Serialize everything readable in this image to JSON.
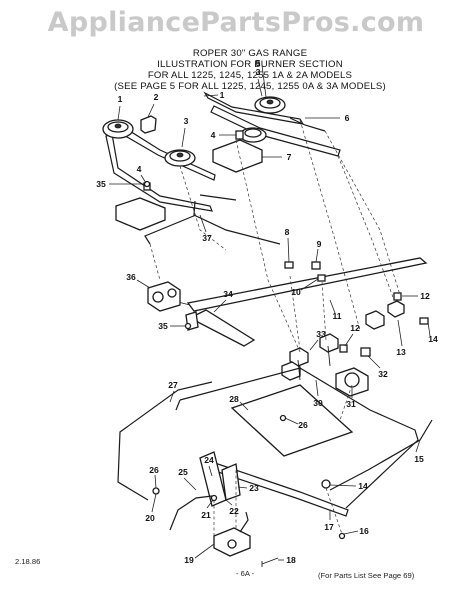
{
  "watermark": "AppliancePartsPros.com",
  "header": {
    "line1": "ROPER 30\" GAS RANGE",
    "line2": "ILLUSTRATION FOR BURNER SECTION",
    "line3": "FOR ALL 1225, 1245, 1255 1A & 2A MODELS",
    "line4": "(SEE PAGE 5 FOR ALL 1225, 1245, 1255 0A & 3A MODELS)"
  },
  "footer": {
    "date": "2.18.86",
    "page_code": "- 6A -",
    "parts_note": "(For Parts List See Page 69)"
  },
  "callouts": [
    "1",
    "1",
    "2",
    "3",
    "3",
    "4",
    "4",
    "5",
    "6",
    "7",
    "8",
    "9",
    "10",
    "11",
    "12",
    "12",
    "13",
    "14",
    "14",
    "15",
    "16",
    "17",
    "18",
    "19",
    "20",
    "21",
    "22",
    "23",
    "24",
    "25",
    "26",
    "26",
    "27",
    "28",
    "30",
    "31",
    "32",
    "33",
    "34",
    "35",
    "35",
    "36",
    "37"
  ]
}
